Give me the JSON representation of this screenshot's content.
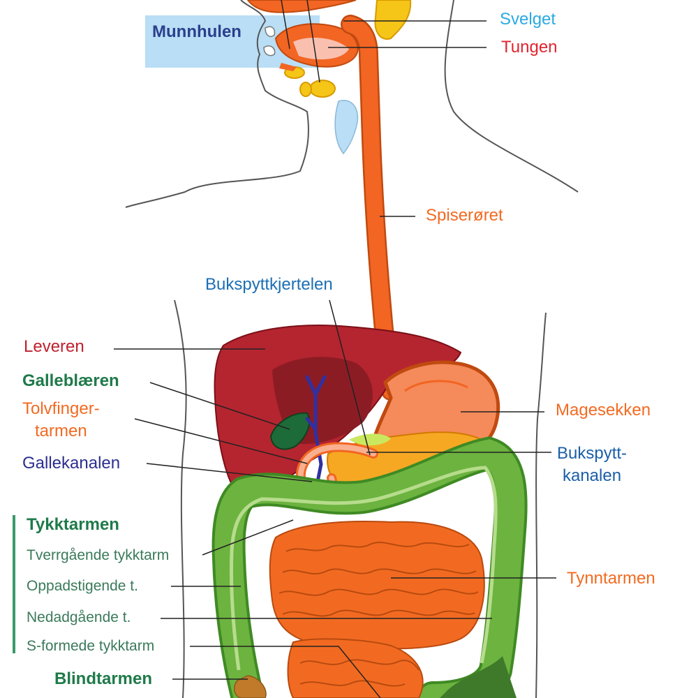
{
  "labels": {
    "svelget": "Svelget",
    "tungen": "Tungen",
    "munnhulen": "Munnhulen",
    "spiseroret": "Spiserøret",
    "bukspyttkjertelen": "Bukspyttkjertelen",
    "leveren": "Leveren",
    "galleblaeren": "Galleblæren",
    "tolvfinger_1": "Tolvfinger-",
    "tolvfinger_2": "tarmen",
    "magesekken": "Magesekken",
    "bukspytt_1": "Bukspytt-",
    "bukspytt_2": "kanalen",
    "gallekanalen": "Gallekanalen",
    "tykktarmen": "Tykktarmen",
    "tverrgaende": "Tverrgående tykktarm",
    "oppadstigende": "Oppadstigende t.",
    "nedadgaende": "Nedadgående t.",
    "s_formede": "S-formede tykktarm",
    "tynntarmen": "Tynntarmen",
    "blindtarmen": "Blindtarmen"
  },
  "colors": {
    "esophagus": "#f26522",
    "liver": "#b5252f",
    "liver_dark": "#8c1c24",
    "gallbladder": "#1e6b3a",
    "bile_duct": "#3030a0",
    "colon": "#5fa83a",
    "colon_light": "#8cc65a",
    "small_intestine": "#f26a21",
    "stomach": "#f58a5a",
    "pancreas": "#f7a823",
    "salivary": "#f5c518",
    "highlight": "#b9def5",
    "line": "#222222",
    "body_outline": "#555555"
  }
}
